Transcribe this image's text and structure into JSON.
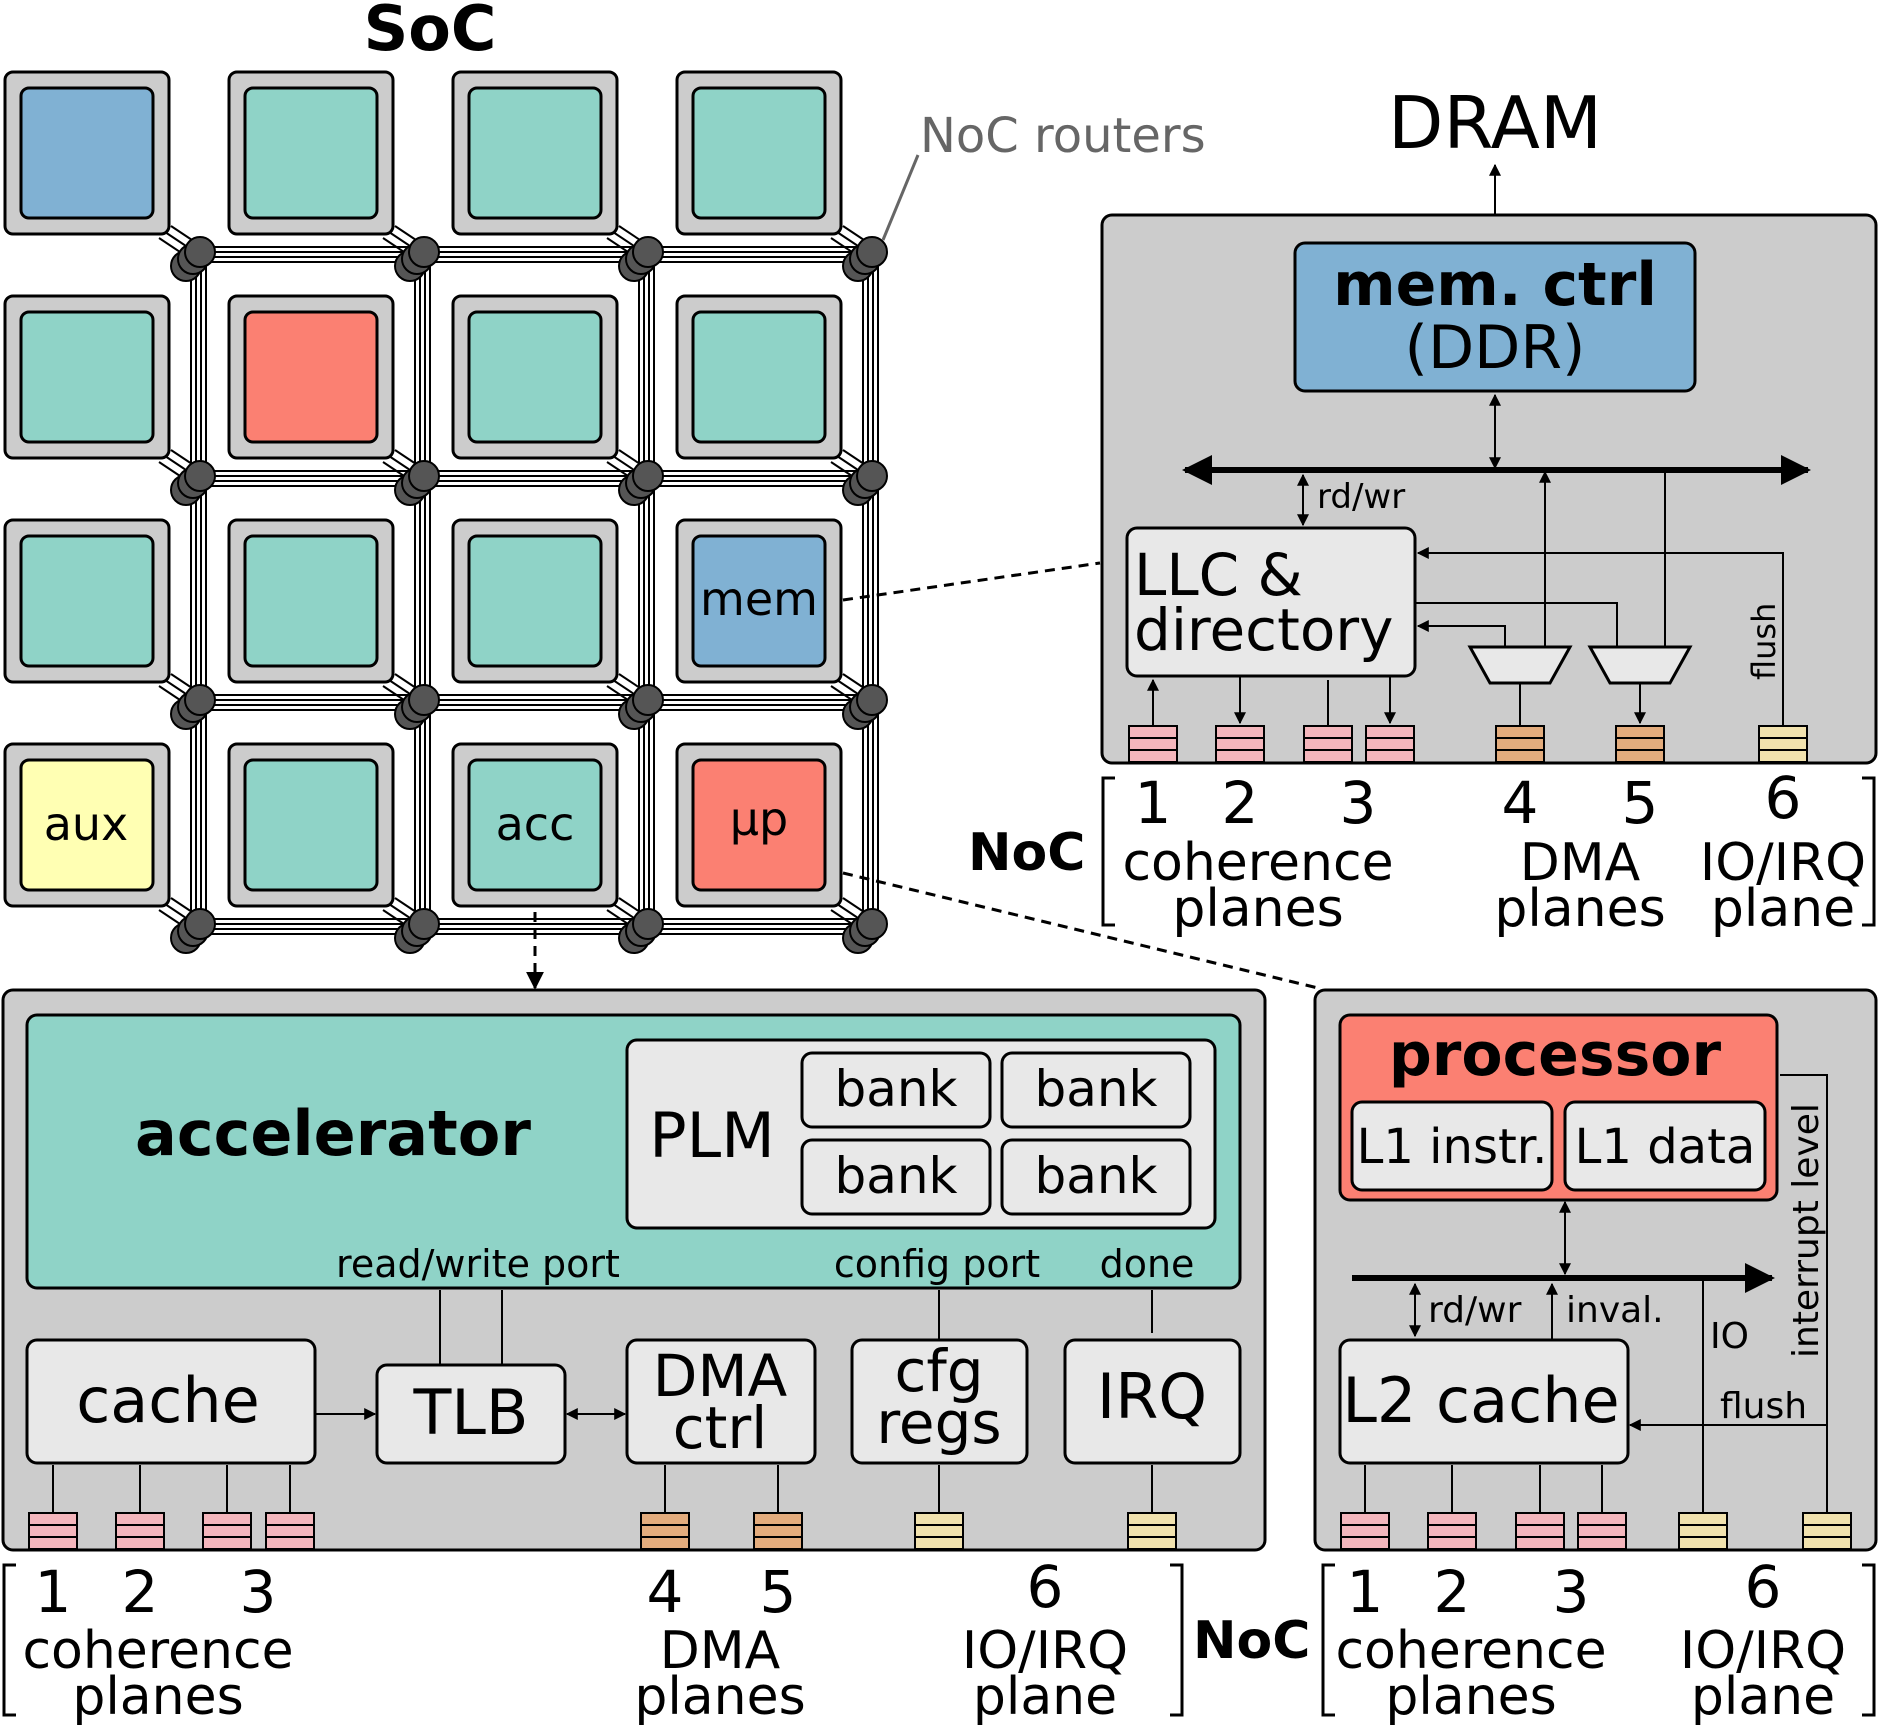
{
  "soc": {
    "title": "SoC",
    "noc_routers_label": "NoC routers",
    "tile_labels": {
      "mem": "mem",
      "aux": "aux",
      "acc": "acc",
      "up": "µp"
    }
  },
  "mem_tile": {
    "dram": "DRAM",
    "ctrl_line1": "mem. ctrl",
    "ctrl_line2": "(DDR)",
    "rdwr": "rd/wr",
    "llc_line1": "LLC &",
    "llc_line2": "directory",
    "flush": "flush",
    "noc": "NoC",
    "plane_numbers": [
      "1",
      "2",
      "3",
      "4",
      "5",
      "6"
    ],
    "coherence_line1": "coherence",
    "coherence_line2": "planes",
    "dma_line1": "DMA",
    "dma_line2": "planes",
    "io_line1": "IO/IRQ",
    "io_line2": "plane"
  },
  "acc_tile": {
    "accelerator": "accelerator",
    "plm": "PLM",
    "bank": "bank",
    "rw_port": "read/write port",
    "config_port": "config port",
    "done": "done",
    "cache": "cache",
    "tlb": "TLB",
    "dma_line1": "DMA",
    "dma_line2": "ctrl",
    "cfg_line1": "cfg",
    "cfg_line2": "regs",
    "irq": "IRQ",
    "plane_numbers": [
      "1",
      "2",
      "3",
      "4",
      "5",
      "6"
    ],
    "coherence_line1": "coherence",
    "coherence_line2": "planes",
    "dmap_line1": "DMA",
    "dmap_line2": "planes",
    "io_line1": "IO/IRQ",
    "io_line2": "plane"
  },
  "noc_center": "NoC",
  "proc_tile": {
    "processor": "processor",
    "l1_instr": "L1 instr.",
    "l1_data": "L1 data",
    "interrupt_level": "interrupt level",
    "rdwr": "rd/wr",
    "inval": "inval.",
    "io": "IO",
    "flush": "flush",
    "l2": "L2 cache",
    "plane_numbers": [
      "1",
      "2",
      "3",
      "6"
    ],
    "coherence_line1": "coherence",
    "coherence_line2": "planes",
    "io_line1": "IO/IRQ",
    "io_line2": "plane"
  },
  "colors": {
    "teal": "#8fd3c7",
    "blue": "#80b1d3",
    "red": "#fb8072",
    "yellow": "#ffffb3",
    "gray": "#cccccc",
    "light_gray": "#e8e8e8",
    "pink": "#f4b6bc",
    "orange": "#e3ac7d",
    "tan": "#f1e2ae"
  }
}
